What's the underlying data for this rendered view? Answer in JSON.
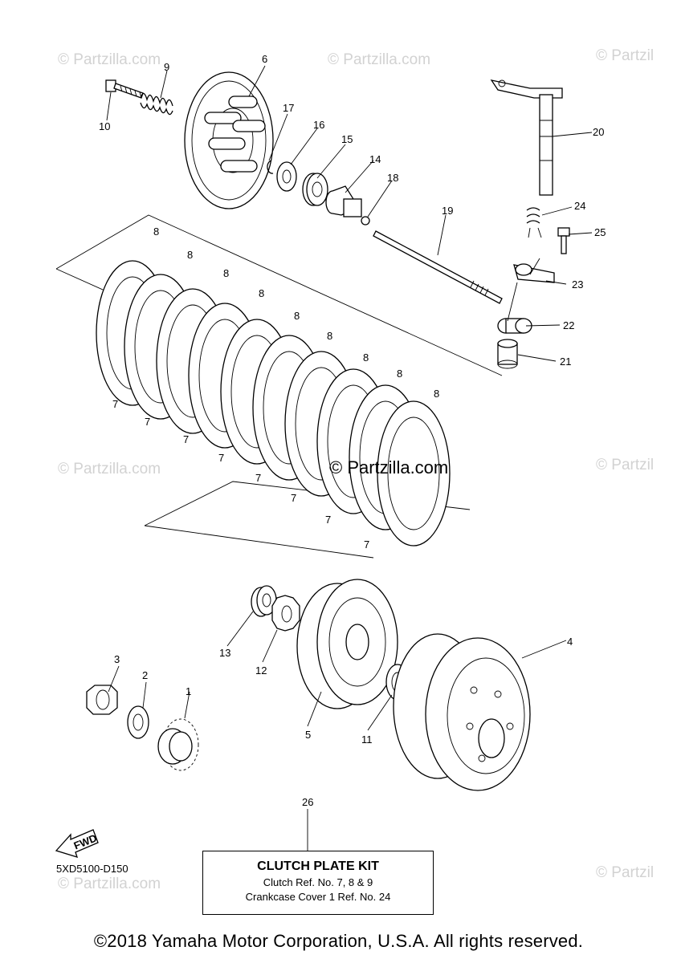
{
  "watermarks": {
    "small": "© Partzilla.com",
    "small_cut": "© Partzil",
    "center": "© Partzilla.com"
  },
  "callouts": {
    "c1": "1",
    "c2": "2",
    "c3": "3",
    "c4": "4",
    "c5": "5",
    "c6": "6",
    "c7": "7",
    "c8": "8",
    "c9": "9",
    "c10": "10",
    "c11": "11",
    "c12": "12",
    "c13": "13",
    "c14": "14",
    "c15": "15",
    "c16": "16",
    "c17": "17",
    "c18": "18",
    "c19": "19",
    "c20": "20",
    "c21": "21",
    "c22": "22",
    "c23": "23",
    "c24": "24",
    "c25": "25",
    "c26": "26"
  },
  "fwd_label": "FWD",
  "doc_code": "5XD5100-D150",
  "kit": {
    "title": "CLUTCH PLATE KIT",
    "line1": "Clutch Ref. No. 7, 8 & 9",
    "line2": "Crankcase Cover 1 Ref. No. 24"
  },
  "copyright": "©2018 Yamaha Motor Corporation, U.S.A. All rights reserved."
}
